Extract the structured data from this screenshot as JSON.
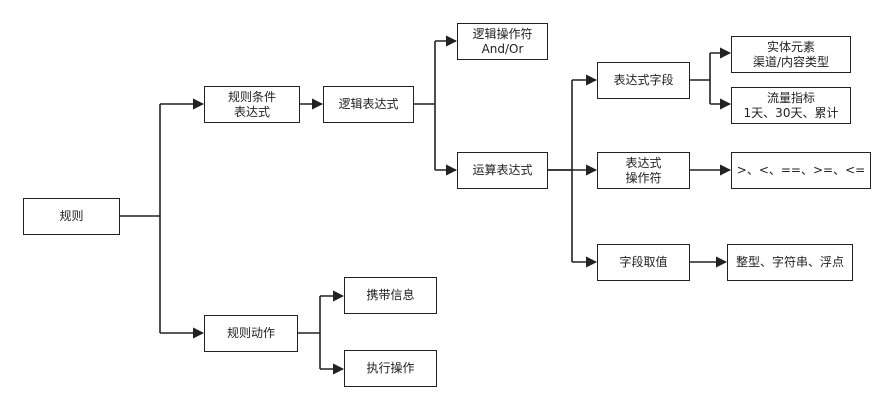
{
  "nodes": {
    "rule": [
      "规则"
    ],
    "rule_condition_expr": [
      "规则条件",
      "表达式"
    ],
    "rule_action": [
      "规则动作"
    ],
    "logic_expr": [
      "逻辑表达式"
    ],
    "logic_operator": [
      "逻辑操作符",
      "And/Or"
    ],
    "arith_expr": [
      "运算表达式"
    ],
    "expr_field": [
      "表达式字段"
    ],
    "expr_operator": [
      "表达式",
      "操作符"
    ],
    "field_value": [
      "字段取值"
    ],
    "entity_element": [
      "实体元素",
      "渠道/内容类型"
    ],
    "traffic_metric": [
      "流量指标",
      "1天、30天、累计"
    ],
    "operator_list": [
      ">、<、==、>=、<="
    ],
    "value_types": [
      "整型、字符串、浮点"
    ],
    "carry_info": [
      "携带信息"
    ],
    "execute_action": [
      "执行操作"
    ]
  },
  "colors": {
    "stroke": "#222222",
    "fill": "#ffffff"
  }
}
